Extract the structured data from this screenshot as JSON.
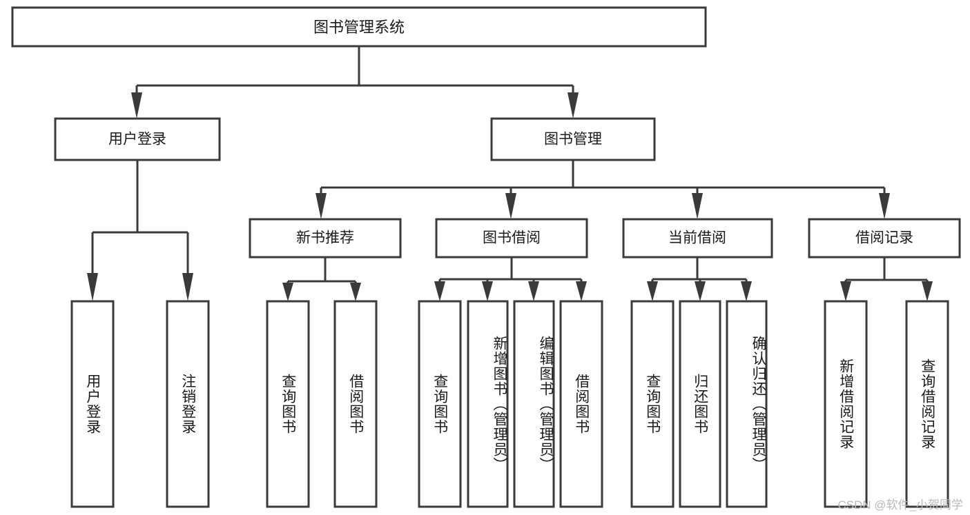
{
  "diagram": {
    "type": "tree-hierarchy",
    "title": "图书管理系统",
    "orientation": "top-down",
    "colors": {
      "box_fill": "#ffffff",
      "box_stroke": "#3a3a3a",
      "text": "#1a1a1a",
      "background": "#ffffff",
      "watermark": "#b9b9b9"
    },
    "root": {
      "label": "图书管理系统",
      "id": "root"
    },
    "level1": [
      {
        "id": "user-login",
        "label": "用户登录"
      },
      {
        "id": "book-management",
        "label": "图书管理"
      }
    ],
    "level2": [
      {
        "id": "new-book-recommend",
        "label": "新书推荐",
        "parent": "book-management"
      },
      {
        "id": "book-borrow",
        "label": "图书借阅",
        "parent": "book-management"
      },
      {
        "id": "current-borrow",
        "label": "当前借阅",
        "parent": "book-management"
      },
      {
        "id": "borrow-record",
        "label": "借阅记录",
        "parent": "book-management"
      }
    ],
    "leaves": [
      {
        "id": "leaf-user-login",
        "label": "用户登录",
        "parent": "user-login"
      },
      {
        "id": "leaf-logout-login",
        "label": "注销登录",
        "parent": "user-login"
      },
      {
        "id": "leaf-query-book-1",
        "label": "查询图书",
        "parent": "new-book-recommend"
      },
      {
        "id": "leaf-borrow-book-1",
        "label": "借阅图书",
        "parent": "new-book-recommend"
      },
      {
        "id": "leaf-query-book-2",
        "label": "查询图书",
        "parent": "book-borrow"
      },
      {
        "id": "leaf-add-book",
        "label": "新增图书（管理员）",
        "parent": "book-borrow"
      },
      {
        "id": "leaf-edit-book",
        "label": "编辑图书（管理员）",
        "parent": "book-borrow"
      },
      {
        "id": "leaf-borrow-book-2",
        "label": "借阅图书",
        "parent": "book-borrow"
      },
      {
        "id": "leaf-query-book-3",
        "label": "查询图书",
        "parent": "current-borrow"
      },
      {
        "id": "leaf-return-book",
        "label": "归还图书",
        "parent": "current-borrow"
      },
      {
        "id": "leaf-confirm-return",
        "label": "确认归还（管理员）",
        "parent": "current-borrow"
      },
      {
        "id": "leaf-add-record",
        "label": "新增借阅记录",
        "parent": "borrow-record"
      },
      {
        "id": "leaf-query-record",
        "label": "查询借阅记录",
        "parent": "borrow-record"
      }
    ]
  },
  "watermark": {
    "text": "CSDN @软件_小贺同学"
  }
}
